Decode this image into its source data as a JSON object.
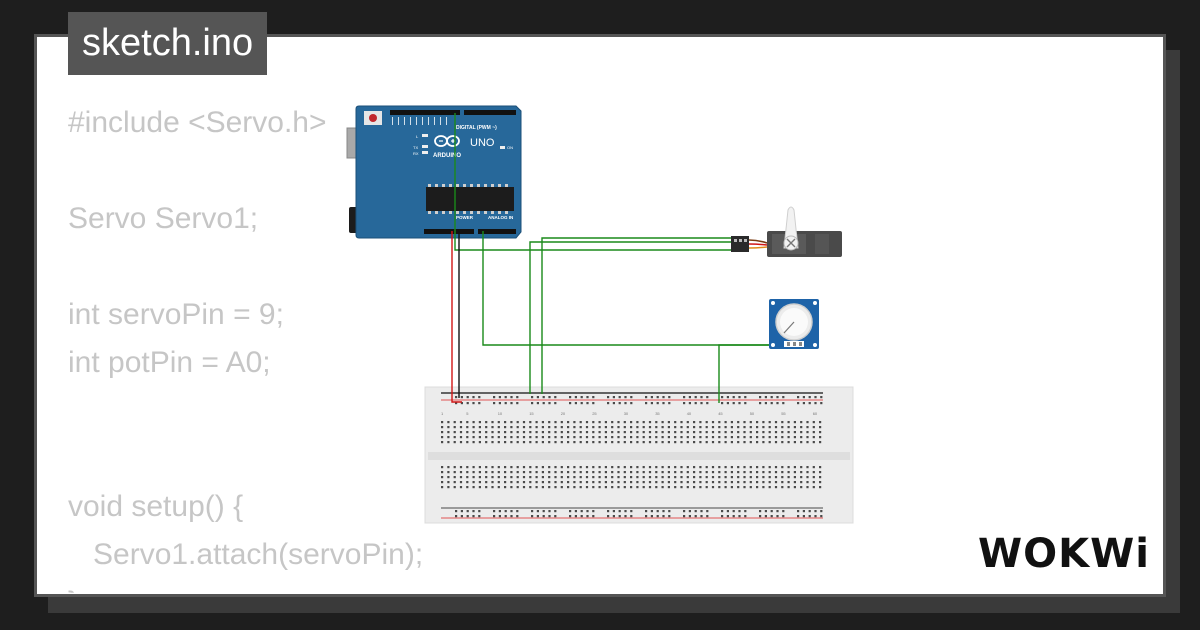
{
  "tab": {
    "title": "sketch.ino"
  },
  "code_lines": [
    "#include <Servo.h>",
    "",
    "Servo Servo1;",
    "",
    "int servoPin = 9;",
    "int potPin = A0;",
    "",
    "",
    "void setup() {",
    "   Servo1.attach(servoPin);",
    "}"
  ],
  "arduino": {
    "brand": "ARDUINO",
    "model": "UNO",
    "digital_header": "DIGITAL (PWM ~)",
    "power_header": "POWER",
    "analog_header": "ANALOG IN",
    "led_labels": [
      "L",
      "TX",
      "RX"
    ],
    "on_label": "ON"
  },
  "breadboard": {
    "column_numbers": [
      "1",
      "5",
      "10",
      "15",
      "20",
      "25",
      "30",
      "35",
      "40",
      "45",
      "50",
      "55",
      "60"
    ]
  },
  "logo": {
    "text": "WOKWi"
  },
  "colors": {
    "board": "#27689a",
    "wire_green": "#1a8a1a",
    "wire_red": "#d01515",
    "wire_black": "#111111",
    "code_text": "#c6c6c6",
    "tab_bg": "#555555"
  }
}
